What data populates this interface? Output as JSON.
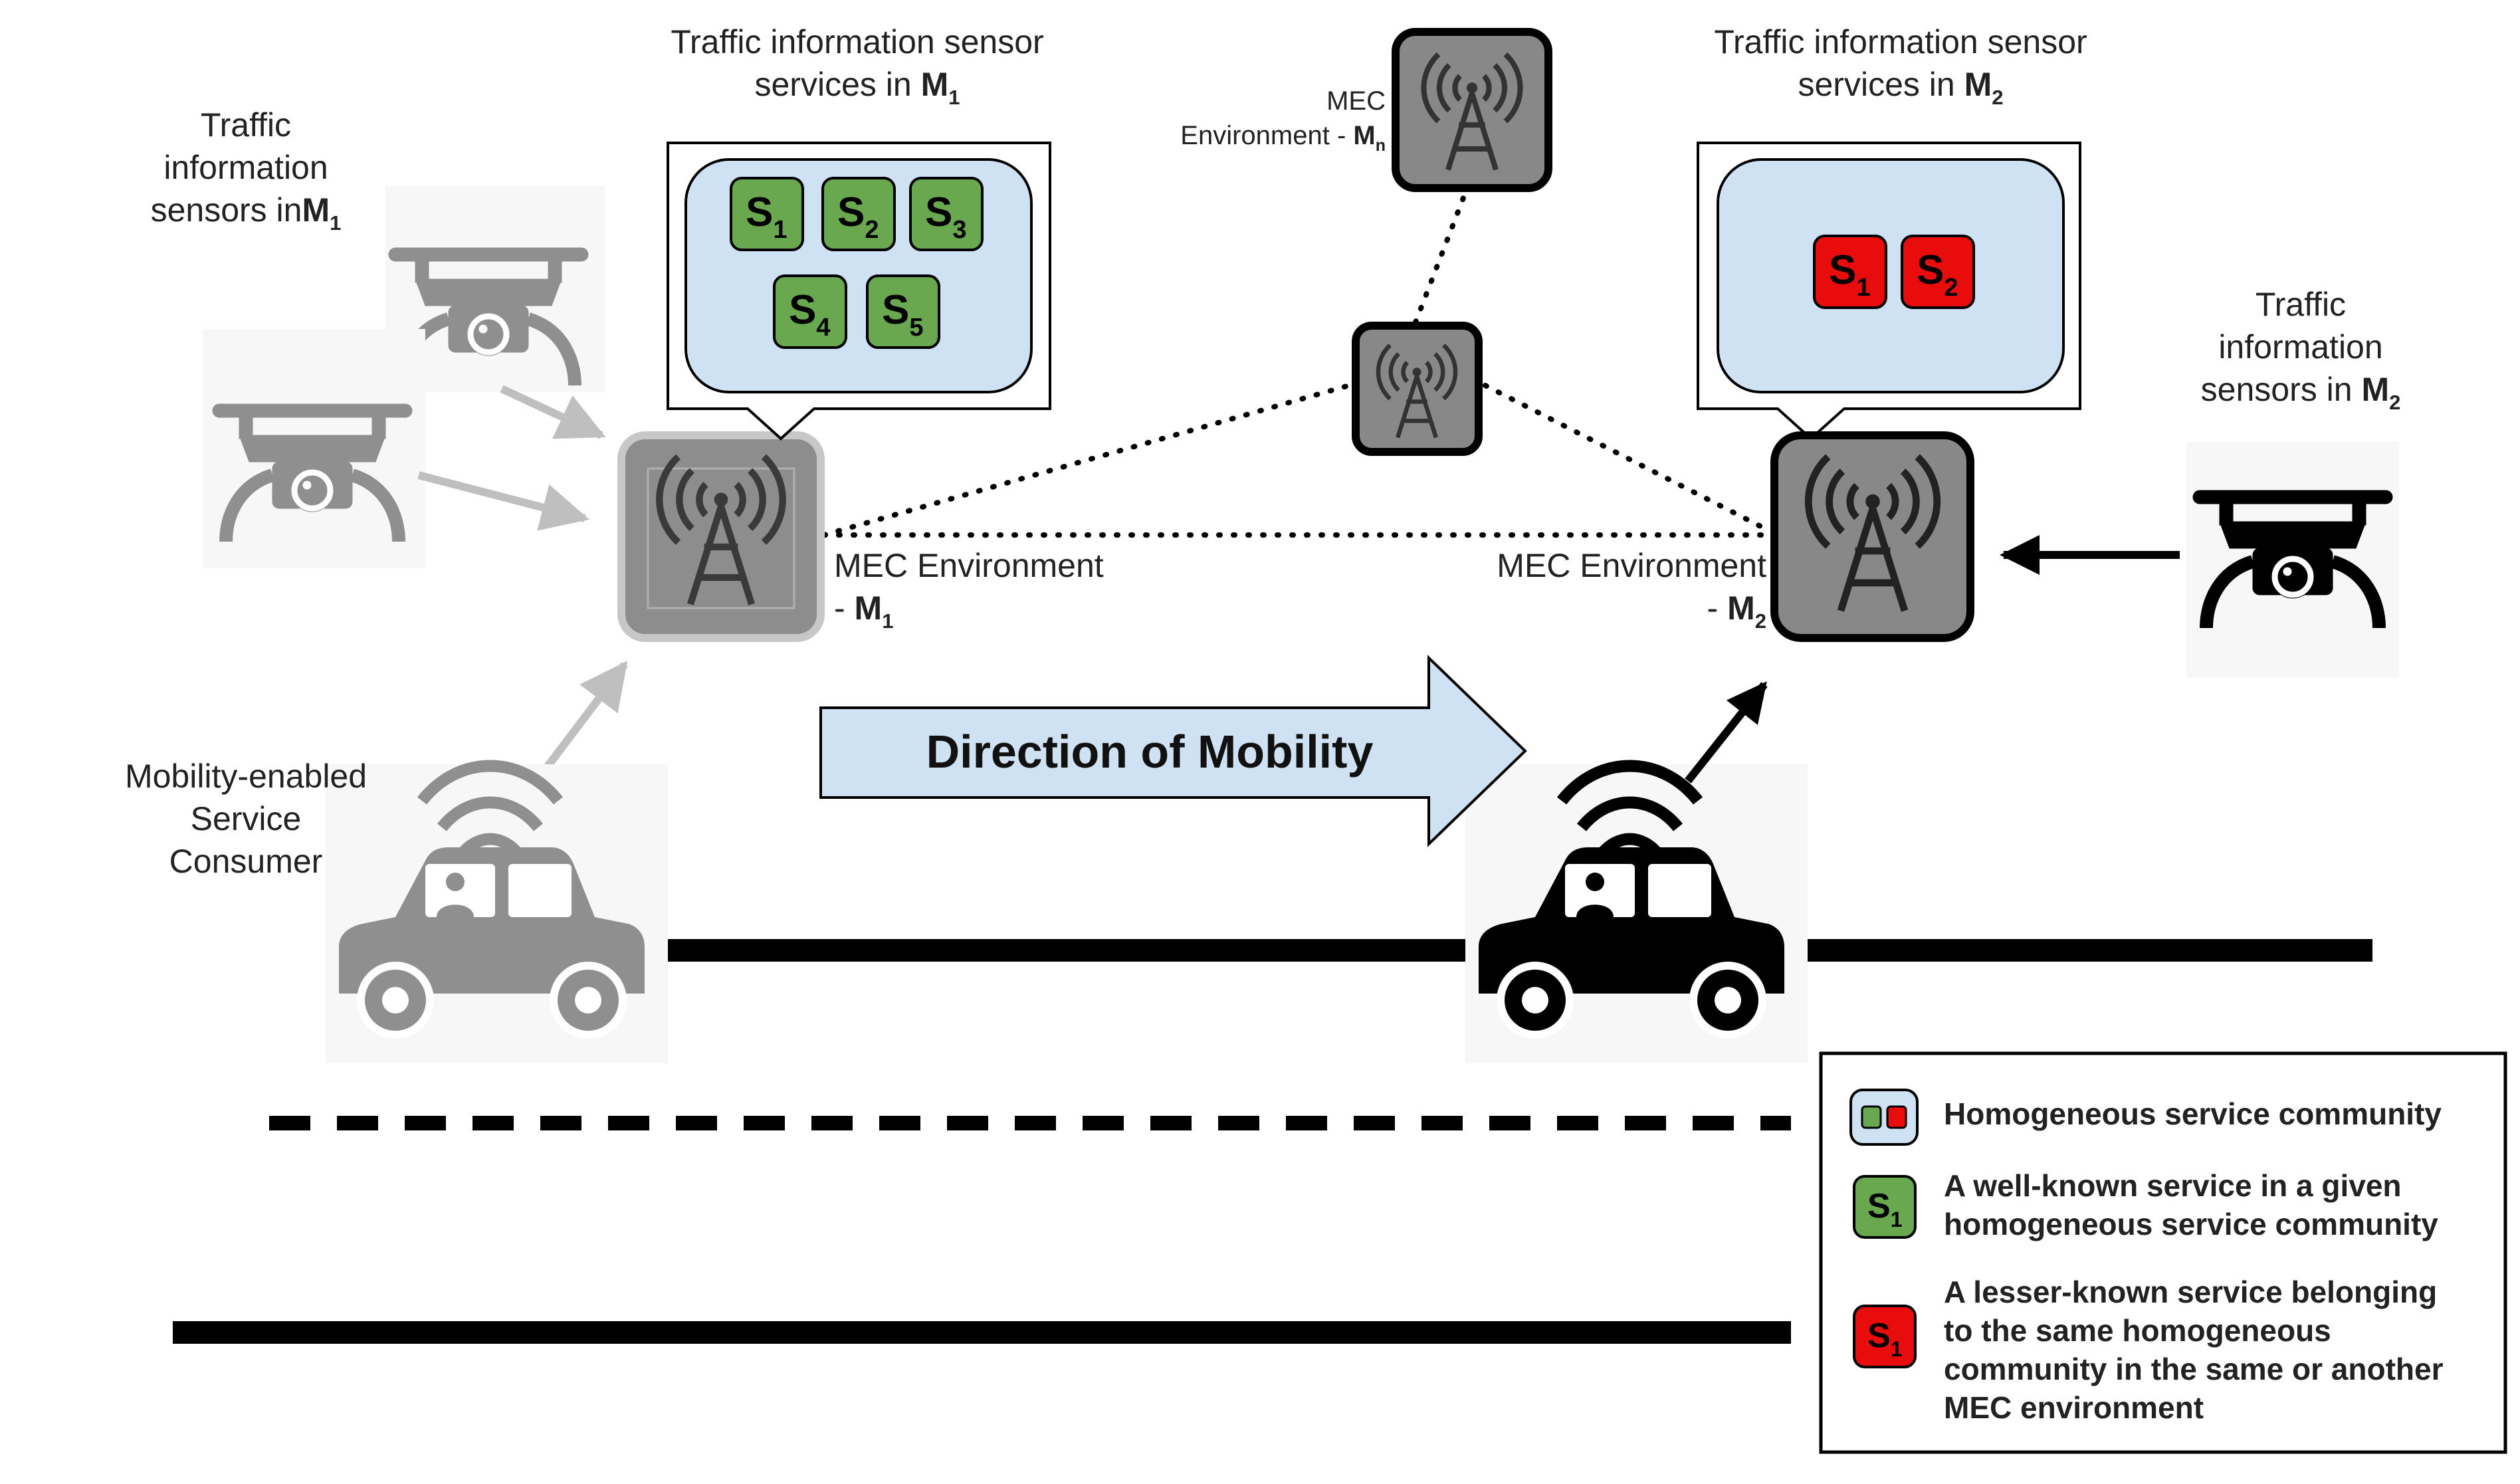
{
  "labels": {
    "sensors_m1": [
      "Traffic",
      "information",
      "sensors in"
    ],
    "sensors_m1_sym": "M",
    "sensors_m1_sub": "1",
    "sensor_services_m1": [
      "Traffic information sensor",
      "services in "
    ],
    "sensor_services_m1_sym": "M",
    "sensor_services_m1_sub": "1",
    "mec_mn": [
      "MEC",
      "Environment - "
    ],
    "mec_mn_sym": "M",
    "mec_mn_sub": "n",
    "sensor_services_m2": [
      "Traffic information sensor",
      "services in "
    ],
    "sensor_services_m2_sym": "M",
    "sensor_services_m2_sub": "2",
    "sensors_m2": [
      "Traffic",
      "information",
      "sensors in "
    ],
    "sensors_m2_sym": "M",
    "sensors_m2_sub": "2",
    "mec_m1": [
      "MEC Environment",
      "- "
    ],
    "mec_m1_sym": "M",
    "mec_m1_sub": "1",
    "mec_m2": [
      "MEC Environment",
      "- "
    ],
    "mec_m2_sym": "M",
    "mec_m2_sub": "2",
    "consumer": [
      "Mobility-enabled",
      "Service",
      "Consumer"
    ],
    "direction": "Direction of Mobility"
  },
  "services_m1": [
    {
      "letter": "S",
      "sub": "1"
    },
    {
      "letter": "S",
      "sub": "2"
    },
    {
      "letter": "S",
      "sub": "3"
    },
    {
      "letter": "S",
      "sub": "4"
    },
    {
      "letter": "S",
      "sub": "5"
    }
  ],
  "services_m2": [
    {
      "letter": "S",
      "sub": "1"
    },
    {
      "letter": "S",
      "sub": "2"
    }
  ],
  "legend": {
    "community": "Homogeneous service community",
    "well_known": [
      "A well-known service in a given",
      "homogeneous service community"
    ],
    "lesser_known": [
      "A lesser-known service belonging",
      "to the same homogeneous",
      "community in the same or another",
      "MEC environment"
    ],
    "sample_letter": "S",
    "sample_sub": "1"
  },
  "colors": {
    "green": "#69a84f",
    "red": "#e80c0c",
    "light_blue": "#cfe2f3",
    "gray_tower": "#999999",
    "dark_tower": "#888888",
    "faded": "#9a9a9a",
    "black": "#000000"
  }
}
